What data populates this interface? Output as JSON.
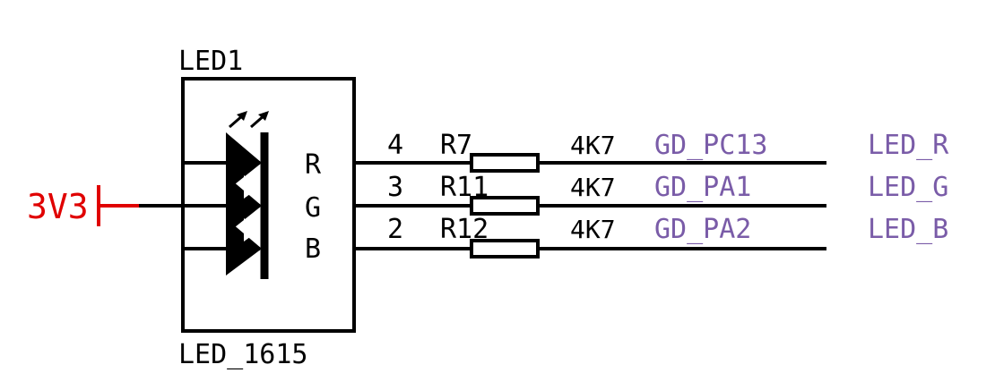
{
  "colors": {
    "wire": "#000000",
    "power": "#e00000",
    "net": "#7a5ca8",
    "background": "#ffffff"
  },
  "power": {
    "label": "3V3"
  },
  "led": {
    "ref": "LED1",
    "value": "LED_1615",
    "pins": {
      "r": "R",
      "g": "G",
      "b": "B"
    }
  },
  "pins": [
    "4",
    "3",
    "2"
  ],
  "resistors": [
    {
      "ref": "R7",
      "value": "4K7"
    },
    {
      "ref": "R11",
      "value": "4K7"
    },
    {
      "ref": "R12",
      "value": "4K7"
    }
  ],
  "net_labels": [
    {
      "mcu": "GD_PC13",
      "led": "LED_R"
    },
    {
      "mcu": "GD_PA1",
      "led": "LED_G"
    },
    {
      "mcu": "GD_PA2",
      "led": "LED_B"
    }
  ]
}
